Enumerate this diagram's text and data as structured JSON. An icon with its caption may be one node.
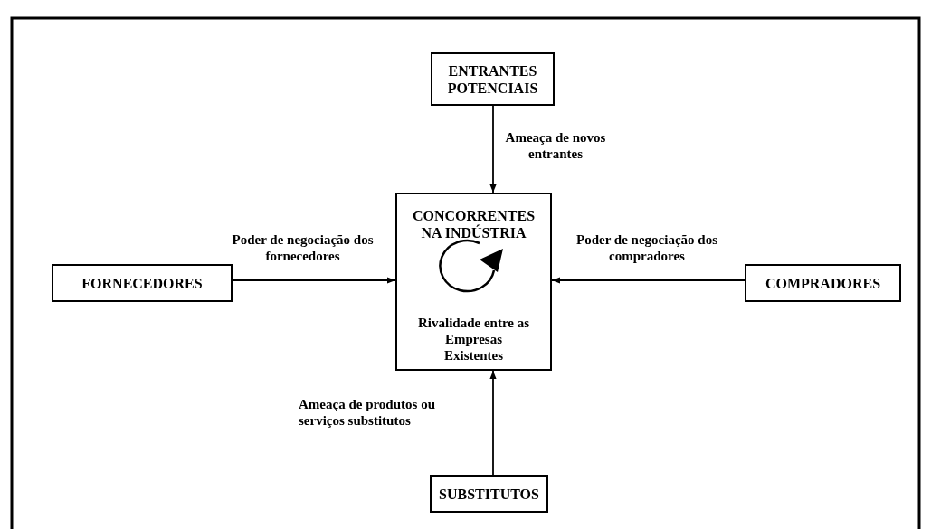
{
  "diagram": {
    "nodes": [
      {
        "text": [
          "ENTRANTES POTENCIAIS"
        ]
      },
      {
        "text": [
          "FORNECEDORES"
        ]
      },
      {
        "text": [
          "CONCORRENTES NA INDÚSTRIA",
          "Rivalidade entre as Empresas Existentes"
        ]
      },
      {
        "text": [
          "COMPRADORES"
        ]
      },
      {
        "text": [
          "SUBSTITUTOS"
        ]
      }
    ],
    "edges": [
      {
        "from": 0,
        "to": 2,
        "arrow": "to",
        "label": "Ameaça de novos entrantes"
      },
      {
        "from": 1,
        "to": 2,
        "arrow": "to",
        "label": "Poder de negociação dos fornecedores"
      },
      {
        "from": 3,
        "to": 2,
        "arrow": "to",
        "label": "Poder de negociação dos compradores"
      },
      {
        "from": 4,
        "to": 2,
        "arrow": "to",
        "label": "Ameaça de produtos ou serviços substitutos"
      }
    ]
  }
}
